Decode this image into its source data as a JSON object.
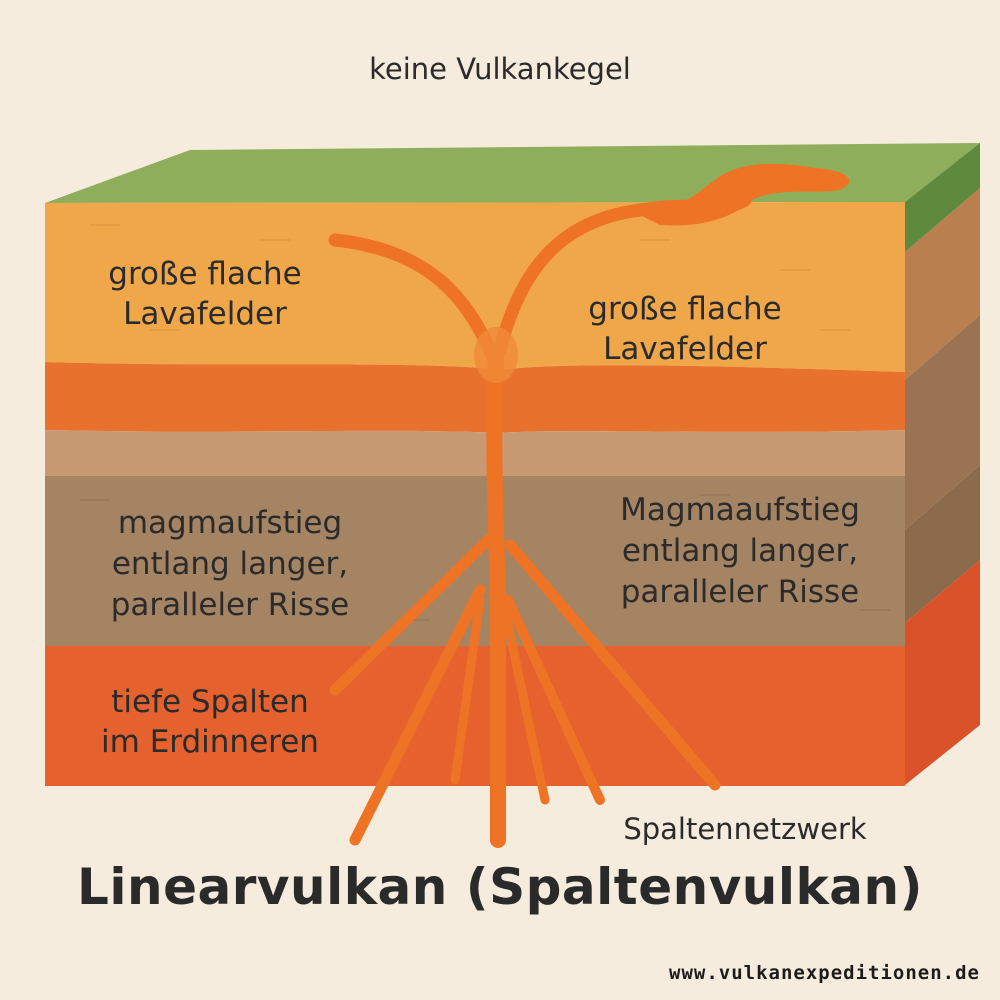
{
  "top_label": "keine Vulkankegel",
  "labels": {
    "lava_left": "große flache\nLavafelder",
    "lava_right": "große flache\nLavafelder",
    "rise_left": "magmaufstieg\nentlang langer,\nparalleler Risse",
    "rise_right": "Magmaaufstieg\nentlang langer,\nparalleler Risse",
    "deep_left": "tiefe Spalten\nim Erdinneren",
    "network": "Spaltennetzwerk"
  },
  "title": "Linearvulkan (Spaltenvulkan)",
  "website": "www.vulkanexpeditionen.de",
  "colors": {
    "background": "#f6ecdd",
    "grass": "#8fae5c",
    "lava_field": "#f0a74a",
    "orange_band": "#e8722d",
    "tan_band": "#c79a74",
    "brown_band": "#a58464",
    "red_band": "#e5612e",
    "magma": "#ee7324"
  }
}
